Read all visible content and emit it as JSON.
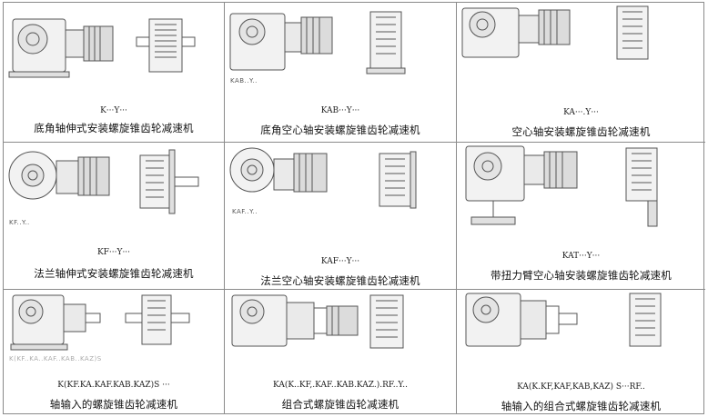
{
  "products": [
    {
      "code": "K···Y···",
      "name": "底角轴伸式安装螺旋锥齿轮减速机",
      "tag": ""
    },
    {
      "code": "KAB···Y···",
      "name": "底角空心轴安装螺旋锥齿轮减速机",
      "tag": "KAB..Y.."
    },
    {
      "code": "KA···.Y···",
      "name": "空心轴安装螺旋锥齿轮减速机",
      "tag": ""
    },
    {
      "code": "KF···Y···",
      "name": "法兰轴伸式安装螺旋锥齿轮减速机",
      "tag": "KF..Y.."
    },
    {
      "code": "KAF···Y···",
      "name": "法兰空心轴安装螺旋锥齿轮减速机",
      "tag": "KAF..Y.."
    },
    {
      "code": "KAT···Y···",
      "name": "带扭力臂空心轴安装螺旋锥齿轮减速机",
      "tag": ""
    },
    {
      "code": "K(KF.KA.KAF.KAB.KAZ)S ···",
      "name": "轴输入的螺旋锥齿轮减速机",
      "tag": "K(KF..KA..KAF..KAB..KAZ)S"
    },
    {
      "code": "KA(K..KF,.KAF..KAB.KAZ.).RF..Y..",
      "name": "组合式螺旋锥齿轮减速机",
      "tag": ""
    },
    {
      "code": "KA(K.KF,KAF,KAB,KAZ) S···RF..",
      "name": "轴输入的组合式螺旋锥齿轮减速机",
      "tag": ""
    }
  ]
}
